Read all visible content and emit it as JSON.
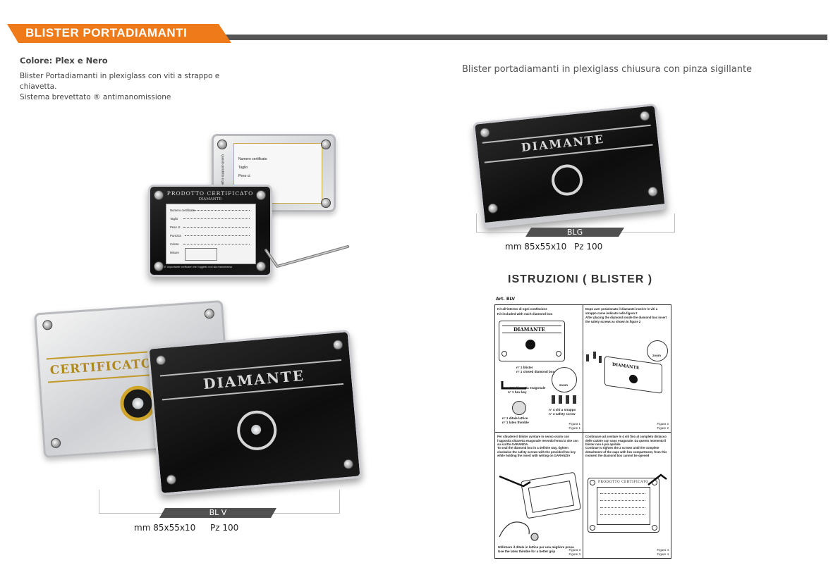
{
  "header": {
    "title": "BLISTER PORTADIAMANTI"
  },
  "left": {
    "color_label": "Colore: Plex e Nero",
    "description": [
      "Blister Portadiamanti in plexiglass con viti a strappo e",
      "chiavetta.",
      "Sistema brevettato ® antimanomissione"
    ],
    "certificate": {
      "title": "PRODOTTO CERTIFICATO",
      "subtitle": "DIAMANTE",
      "fields": [
        "Numero certificato",
        "Taglio",
        "Peso ct",
        "Purezza",
        "Colore",
        "Misure"
      ],
      "footer": "E' importante verificare che l'oggetto non sia manomesso",
      "back_fields": [
        "Numero certificato",
        "Taglio",
        "Peso ct"
      ],
      "back_side_text": "Questo prodotto è garantito"
    },
    "guarantee_plate": "CERTIFICATO DI GARANZIA",
    "brand_plate": "DIAMANTE",
    "product": {
      "code": "BL V",
      "dims": "mm 85x55x10",
      "qty": "Pz 100"
    }
  },
  "right": {
    "caption": "Blister portadiamanti in plexiglass chiusura con pinza sigillante",
    "brand_plate": "DIAMANTE",
    "product": {
      "code": "BLG",
      "dims": "mm 85x55x10",
      "qty": "Pz 100"
    }
  },
  "instructions": {
    "title": "ISTRUZIONI ( BLISTER )",
    "art": "Art. BLV",
    "panel1": {
      "text1": "Kit all'interno di ogni confezione",
      "text2": "Kit included with each diamond box",
      "plate": "DIAMANTE",
      "item1": "n° 1 blister",
      "item2": "n° 1 closed diamond box",
      "item3": "n° 1 chiavetta esagonale",
      "item4": "n° 1 hex key",
      "item5": "n° 1 ditale lattice",
      "item6": "n° 1 latex thimble",
      "item7": "n° 4 viti a strappo",
      "item8": "n° 4 safety scrow",
      "zoom": "zoom",
      "fig_it": "Figura 1",
      "fig_en": "Figure 1"
    },
    "panel2": {
      "text1": "Dopo aver posizionato il diamante inserire le viti a strappo come indicato nella figura 2",
      "text2": "After placing the diamond inside the diamond box insert the safety screws as shown in figure 2",
      "plate": "DIAMANTE",
      "zoom": "zoom",
      "fig_it": "Figura 2",
      "fig_en": "Figure 2"
    },
    "panel3": {
      "text1": "Per chiudere il blister avvitare in senso orario con l'apposita chiavetta esagonale tenendo ferma la vite con su scritto GARANZIA.",
      "text2": "To seal the diamond box in a definite way, tighten clockwise the safety screws with the provided hex key while holding the insert with writing on GARANZIA",
      "text3": "Utilizzare il ditale in lattice per una migliore presa",
      "text4": "Use the latex thimble for a better grip",
      "fig_it": "Figura 3",
      "fig_en": "Figure 3"
    },
    "panel4": {
      "text1": "Continuare ad avvitare le 4 viti fino al completo distacco delle calotte con vano esagonale. Da questo momento il blister non è più apribile",
      "text2": "Continue to tighten the 2 screws until the complete detachment of the caps with hex compartment, from this moment the diamond box cannot be opened",
      "card_title": "PRODOTTO CERTIFICATO",
      "fig_it": "Figura 4",
      "fig_en": "Figure 4"
    }
  }
}
